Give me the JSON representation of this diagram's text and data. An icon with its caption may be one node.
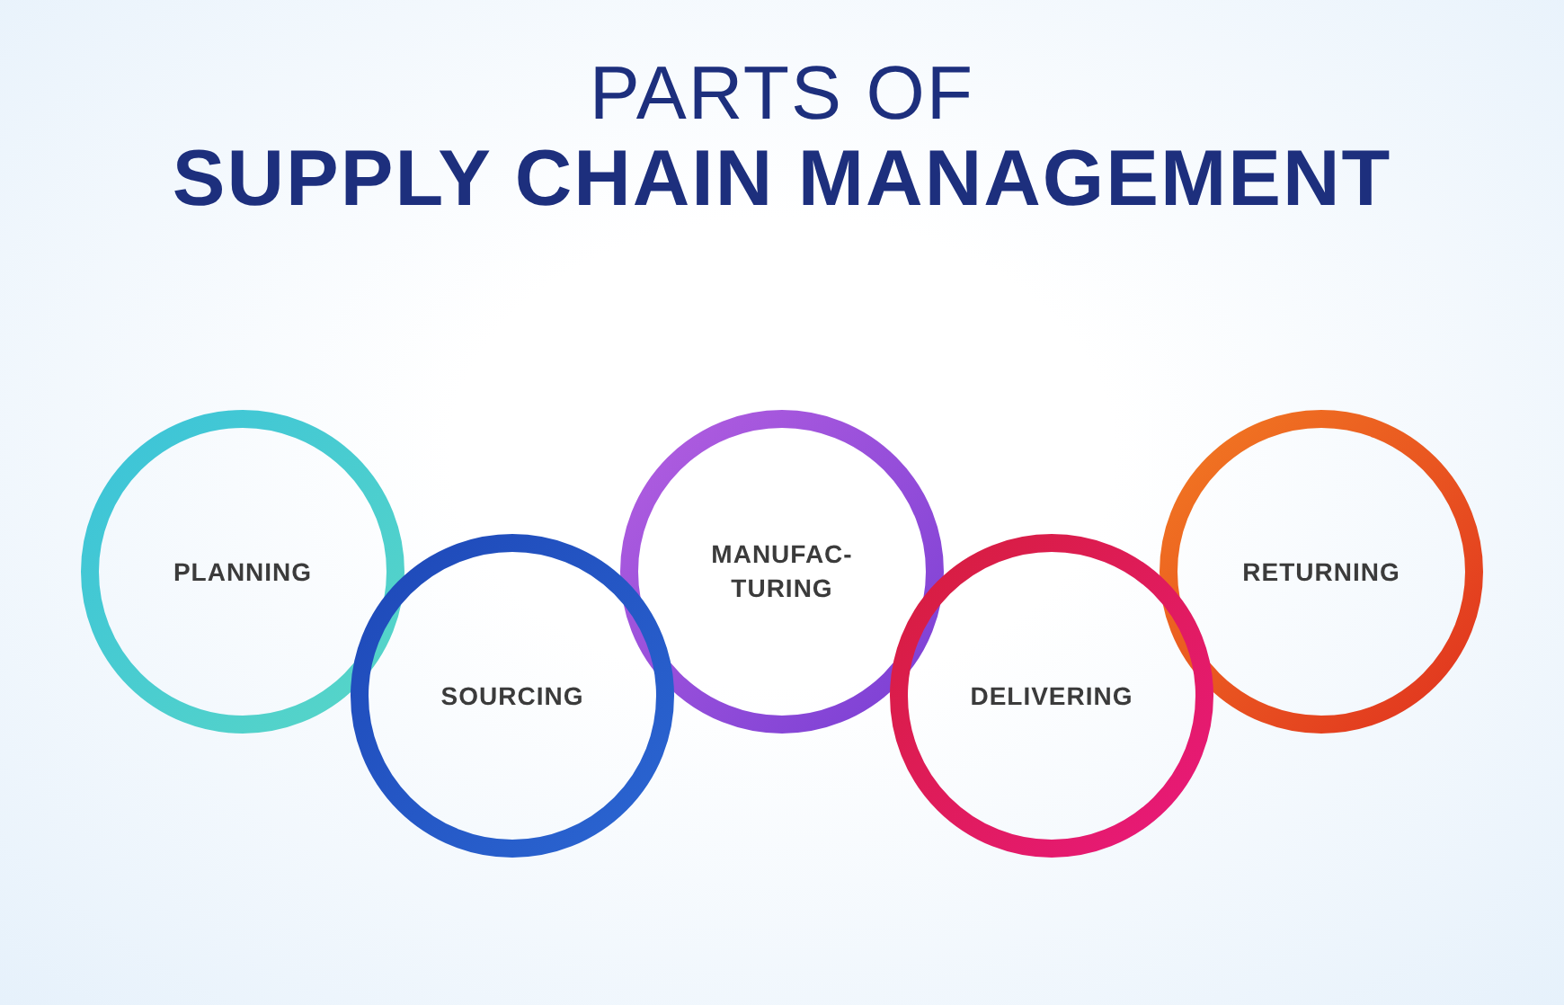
{
  "diagram": {
    "title": "PARTS OF **SUPPLY CHAIN MANAGEMENT**",
    "nodes": [
      {
        "text": [
          "PLANNING"
        ]
      },
      {
        "text": [
          "SOURCING"
        ]
      },
      {
        "text": [
          "MANUFAC- TURING"
        ]
      },
      {
        "text": [
          "DELIVERING"
        ]
      },
      {
        "text": [
          "RETURNING"
        ]
      }
    ]
  }
}
